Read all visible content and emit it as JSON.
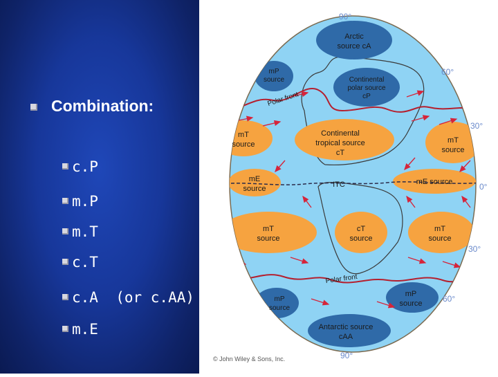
{
  "slide": {
    "main_bullet": "Combination:",
    "sub_bullets": [
      "c.P",
      "m.P",
      "m.T",
      "c.T",
      "c.A  (or c.AA)",
      "m.E"
    ]
  },
  "map": {
    "degrees": {
      "top_90": "90°",
      "right_60_top": "60°",
      "right_30_top": "30°",
      "right_0": "0°",
      "right_30_bottom": "30°",
      "right_60_bottom": "60°",
      "bottom_90": "90°"
    },
    "labels": {
      "arctic_1": "Arctic",
      "arctic_2": "source cA",
      "mp_nw_1": "mP",
      "mp_nw_2": "source",
      "cont_polar_1": "Continental",
      "cont_polar_2": "polar source",
      "cont_polar_3": "cP",
      "polar_front_n": "Polar front",
      "mt_nw_1": "mT",
      "mt_nw_2": "source",
      "cont_trop_1": "Continental",
      "cont_trop_2": "tropical source",
      "cont_trop_3": "cT",
      "mt_ne_1": "mT",
      "mt_ne_2": "source",
      "me_w_1": "mE",
      "me_w_2": "source",
      "itc": "ITC",
      "me_e": "mE source",
      "mt_sw_1": "mT",
      "mt_sw_2": "source",
      "ct_s_1": "cT",
      "ct_s_2": "source",
      "mt_se_1": "mT",
      "mt_se_2": "source",
      "polar_front_s": "Polar front",
      "mp_sw_1": "mP",
      "mp_sw_2": "source",
      "mp_se_1": "mP",
      "mp_se_2": "source",
      "antarctic_1": "Antarctic source",
      "antarctic_2": "cAA"
    },
    "copyright": "© John Wiley & Sons, Inc."
  },
  "colors": {
    "ocean": "#8fd3f4",
    "warm_source": "#f6a340",
    "cold_source": "#2f6aa8",
    "front": "#b51f2e",
    "arrow": "#d6243a",
    "background_panel": "#17379a"
  }
}
